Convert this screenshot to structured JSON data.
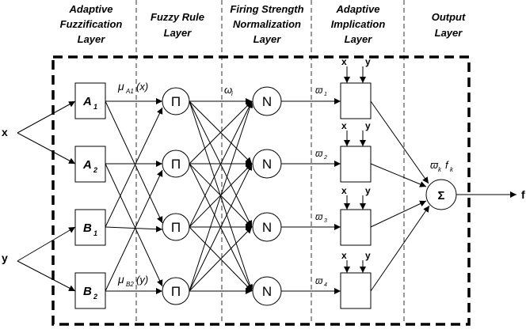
{
  "layers": [
    {
      "lines": [
        "Adaptive",
        "Fuzzification",
        "Layer"
      ]
    },
    {
      "lines": [
        "Fuzzy Rule",
        "Layer"
      ]
    },
    {
      "lines": [
        "Firing Strength",
        "Normalization",
        "Layer"
      ]
    },
    {
      "lines": [
        "Adaptive",
        "Implication",
        "Layer"
      ]
    },
    {
      "lines": [
        "Output",
        "Layer"
      ]
    }
  ],
  "inputs": {
    "x": "x",
    "y": "y"
  },
  "output": "f",
  "mf_nodes": [
    {
      "main": "A",
      "sub": "1"
    },
    {
      "main": "A",
      "sub": "2"
    },
    {
      "main": "B",
      "sub": "1"
    },
    {
      "main": "B",
      "sub": "2"
    }
  ],
  "rule_symbol": "Π",
  "norm_symbol": "N",
  "sum_symbol": "Σ",
  "mu_a_label": {
    "mu": "μ",
    "sub": "A1",
    "arg": "(x)"
  },
  "mu_b_label": {
    "mu": "μ",
    "sub": "B2",
    "arg": "(y)"
  },
  "omega_label": {
    "sym": "ω",
    "sub": "i"
  },
  "omega_bar_labels": [
    {
      "sym": "ϖ",
      "sub": "1"
    },
    {
      "sym": "ϖ",
      "sub": "2"
    },
    {
      "sym": "ϖ",
      "sub": "3"
    },
    {
      "sym": "ϖ",
      "sub": "4"
    }
  ],
  "output_term": {
    "w": "ϖ",
    "wsub": "k",
    "f": "f",
    "fsub": "k"
  },
  "implication_inputs": {
    "x": "x",
    "y": "y"
  }
}
